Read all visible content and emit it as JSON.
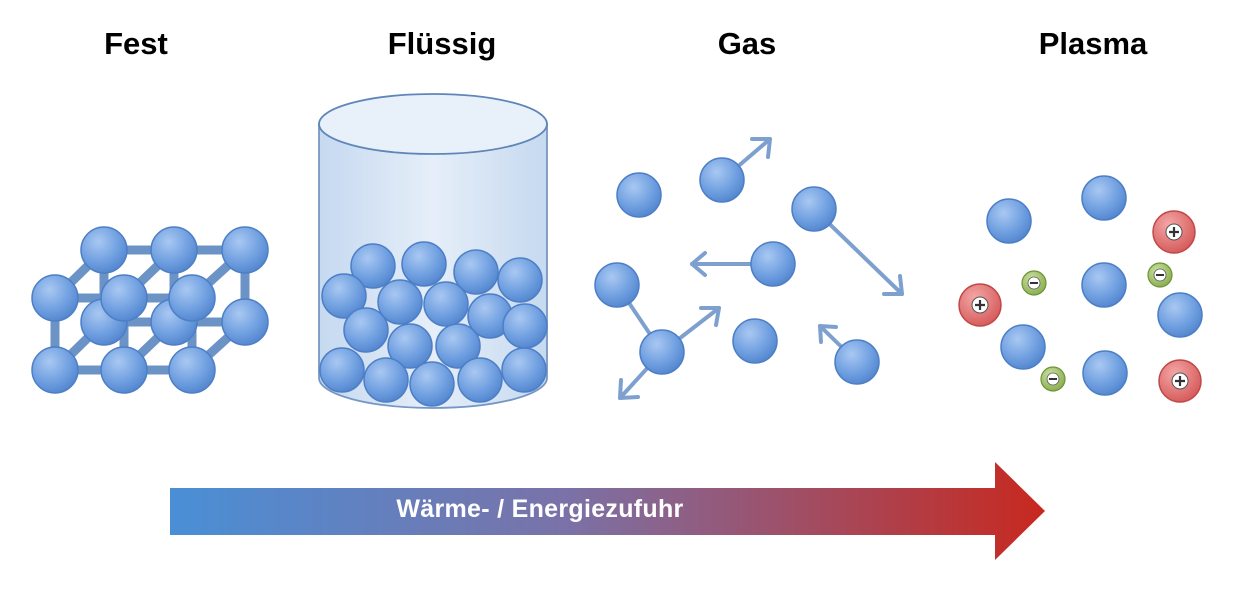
{
  "states": {
    "fest": "Fest",
    "fluessig": "Flüssig",
    "gas": "Gas",
    "plasma": "Plasma"
  },
  "arrow": {
    "label": "Wärme- / Energiezufuhr",
    "color_start": "#4a8fd6",
    "color_end": "#c8281e"
  },
  "colors": {
    "particle": "#6f9fe0",
    "particle_stroke": "#4d7fc6",
    "bond": "#6b93c6",
    "motion_arrow": "#7ea0cf",
    "positive_ion": "#e06a6a",
    "negative_ion": "#9cbf63",
    "container": "#cfe0f2"
  },
  "icons": {
    "positive_ion": "plus-icon",
    "negative_ion": "minus-icon"
  }
}
